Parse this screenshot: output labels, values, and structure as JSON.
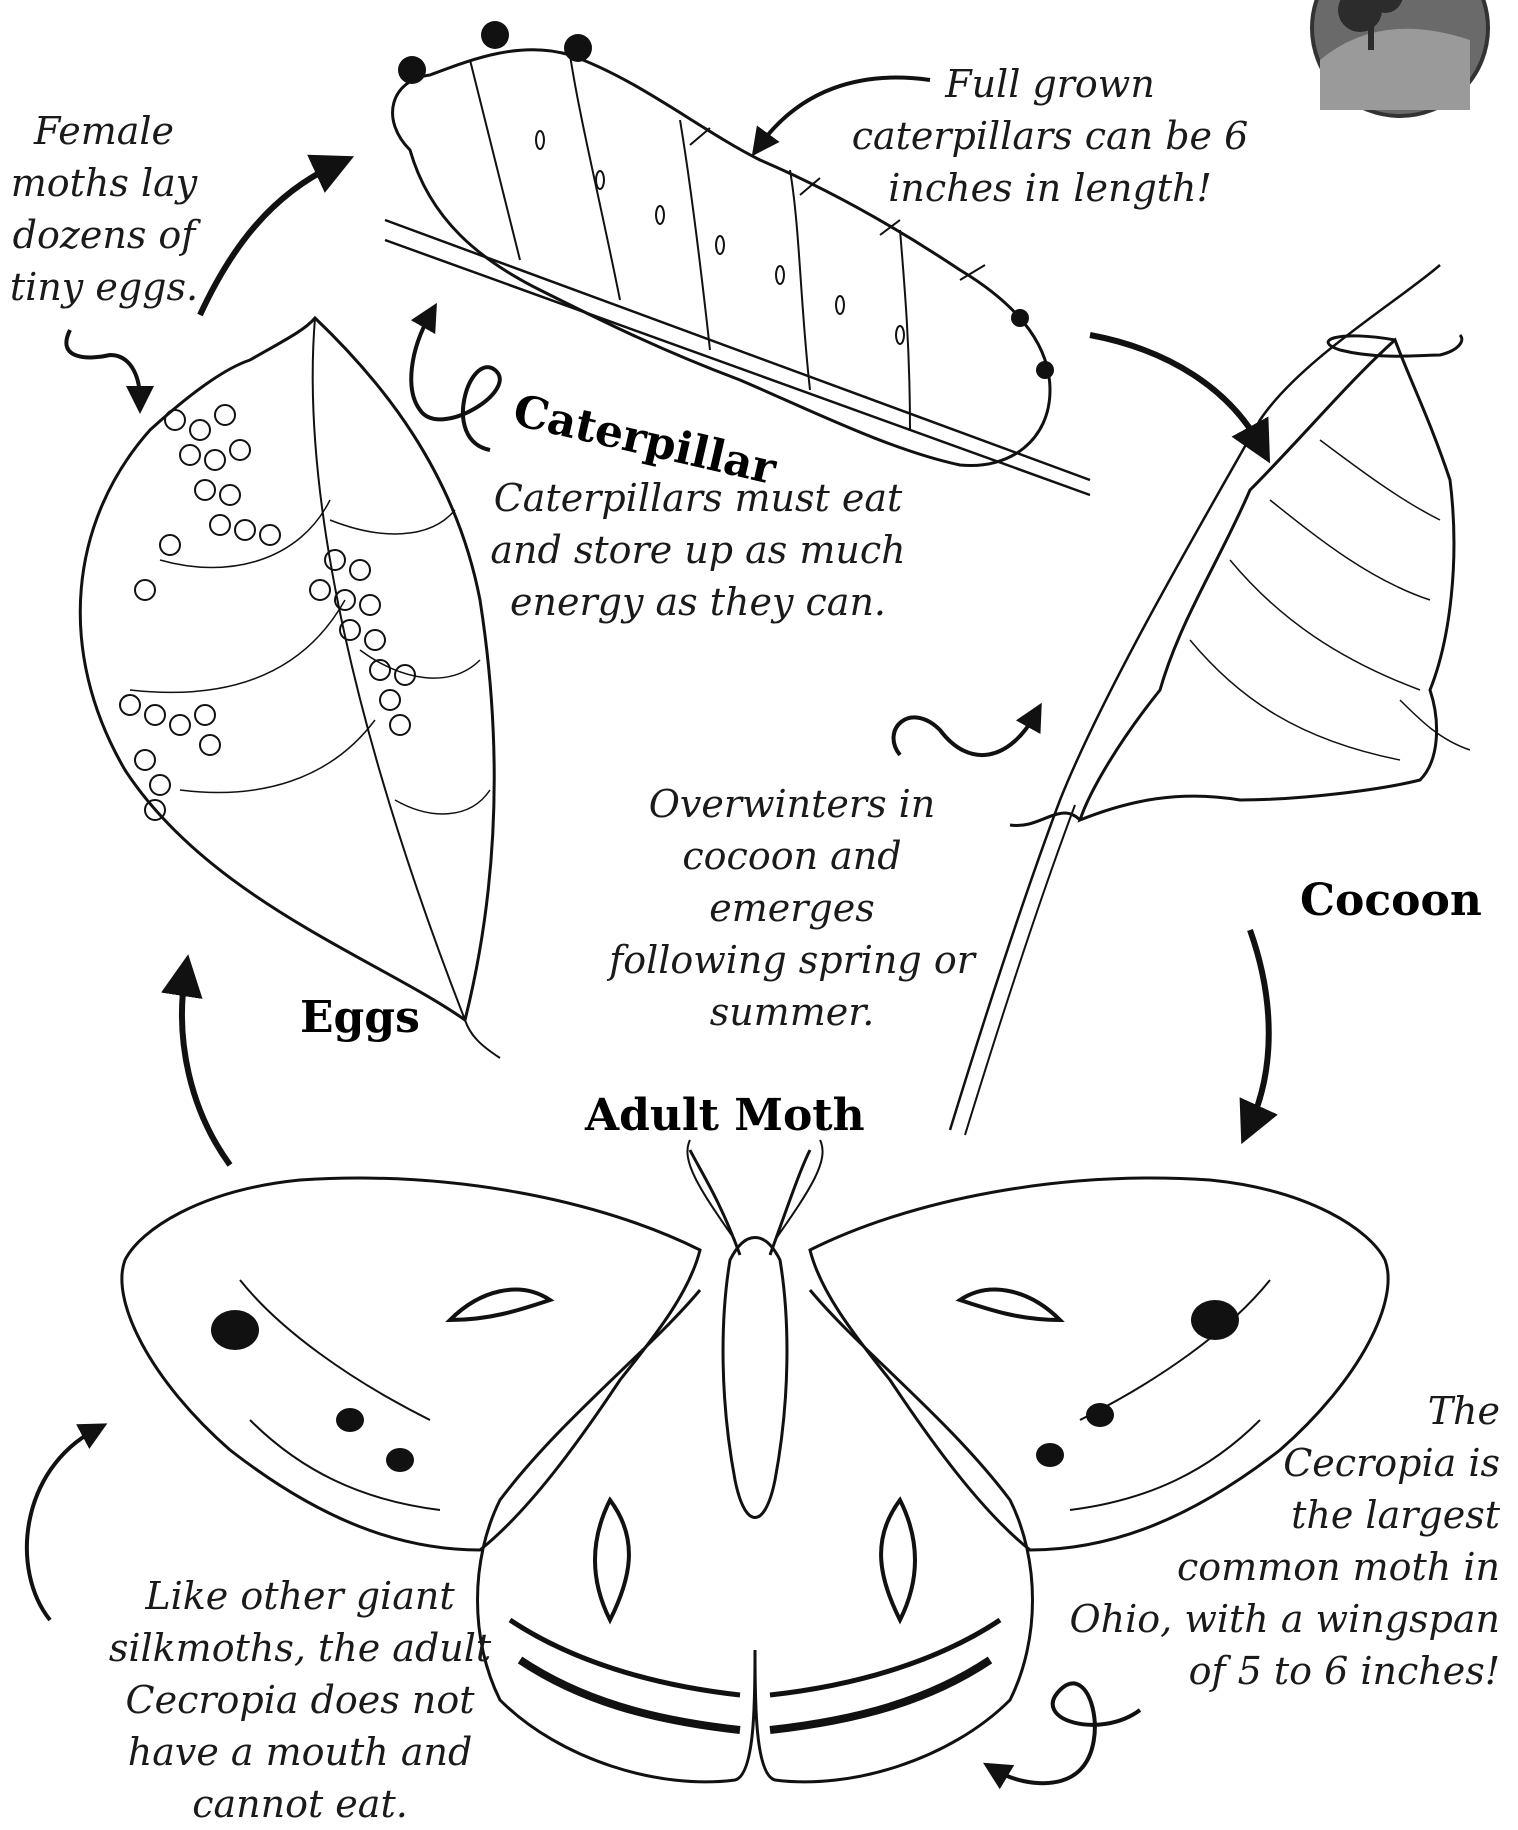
{
  "stages": {
    "eggs": "Eggs",
    "caterpillar": "Caterpillar",
    "cocoon": "Cocoon",
    "adult": "Adult Moth"
  },
  "notes": {
    "eggs": "Female\nmoths lay\ndozens of\ntiny eggs.",
    "caterpillar_size": "Full grown\ncaterpillars can be 6\ninches in length!",
    "caterpillar_eat": "Caterpillars must eat\nand store up as much\nenergy as they can.",
    "cocoon": "Overwinters in\ncocoon and emerges\nfollowing spring or\nsummer.",
    "size": "The\nCecropia is\nthe largest\ncommon moth in\nOhio, with a wingspan\nof 5 to 6 inches!",
    "mouth": "Like other giant\nsilkmoths, the adult\nCecropia does not\nhave a mouth and\ncannot eat."
  },
  "colors": {
    "ink": "#111111",
    "background": "#ffffff",
    "logo": "#666666"
  }
}
